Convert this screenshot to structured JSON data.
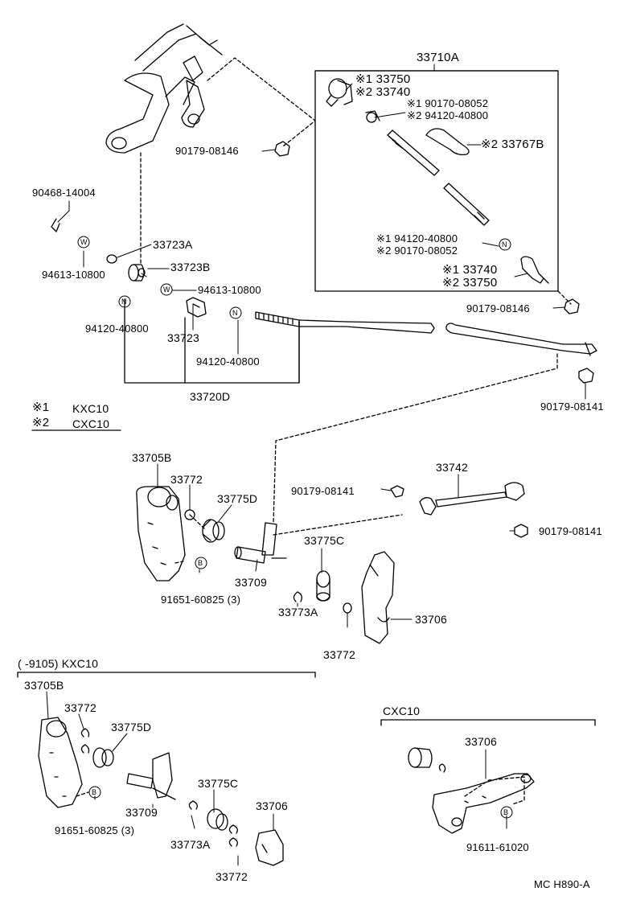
{
  "top_group": "33710A",
  "labels": {
    "p33750a": "※1 33750",
    "p33740a": "※2 33740",
    "p90170a": "※1 90170-08052",
    "p94120a": "※2 94120-40800",
    "p33767b": "※2 33767B",
    "p90179_08146_a": "90179-08146",
    "p90468": "90468-14004",
    "p33723a": "33723A",
    "p94613_a": "94613-10800",
    "p33723b": "33723B",
    "p94613_b": "94613-10800",
    "p94120_b": "94120-40800",
    "p33723": "33723",
    "p94120_c": "94120-40800",
    "p33720d": "33720D",
    "p94120_d": "※1 94120-40800",
    "p90170_d": "※2 90170-08052",
    "p33740b": "※1 33740",
    "p33750b": "※2 33750",
    "p90179_08146_b": "90179-08146",
    "p90179_08141_a": "90179-08141",
    "p33705b_a": "33705B",
    "p33772_a": "33772",
    "p33775d_a": "33775D",
    "p33742": "33742",
    "p90179_08141_b": "90179-08141",
    "p90179_08141_c": "90179-08141",
    "p33775c_a": "33775C",
    "p33709_a": "33709",
    "p91651_a": "91651-60825 (3)",
    "p33773a_a": "33773A",
    "p33706_a": "33706",
    "p33772_b": "33772",
    "p33705b_b": "33705B",
    "p33772_c": "33772",
    "p33775d_b": "33775D",
    "p33709_b": "33709",
    "p33775c_b": "33775C",
    "p33706_b": "33706",
    "p91651_b": "91651-60825 (3)",
    "p33773a_b": "33773A",
    "p33772_d": "33772",
    "p33706_c": "33706",
    "p91611": "91611-61020"
  },
  "legend": {
    "k1": "※1",
    "v1": "KXC10",
    "k2": "※2",
    "v2": "CXC10"
  },
  "sections": {
    "kxc10": "(      -9105) KXC10",
    "cxc10": "CXC10"
  },
  "markers": {
    "n": "N",
    "w": "W",
    "b": "B"
  },
  "footer": "MC H890-A"
}
